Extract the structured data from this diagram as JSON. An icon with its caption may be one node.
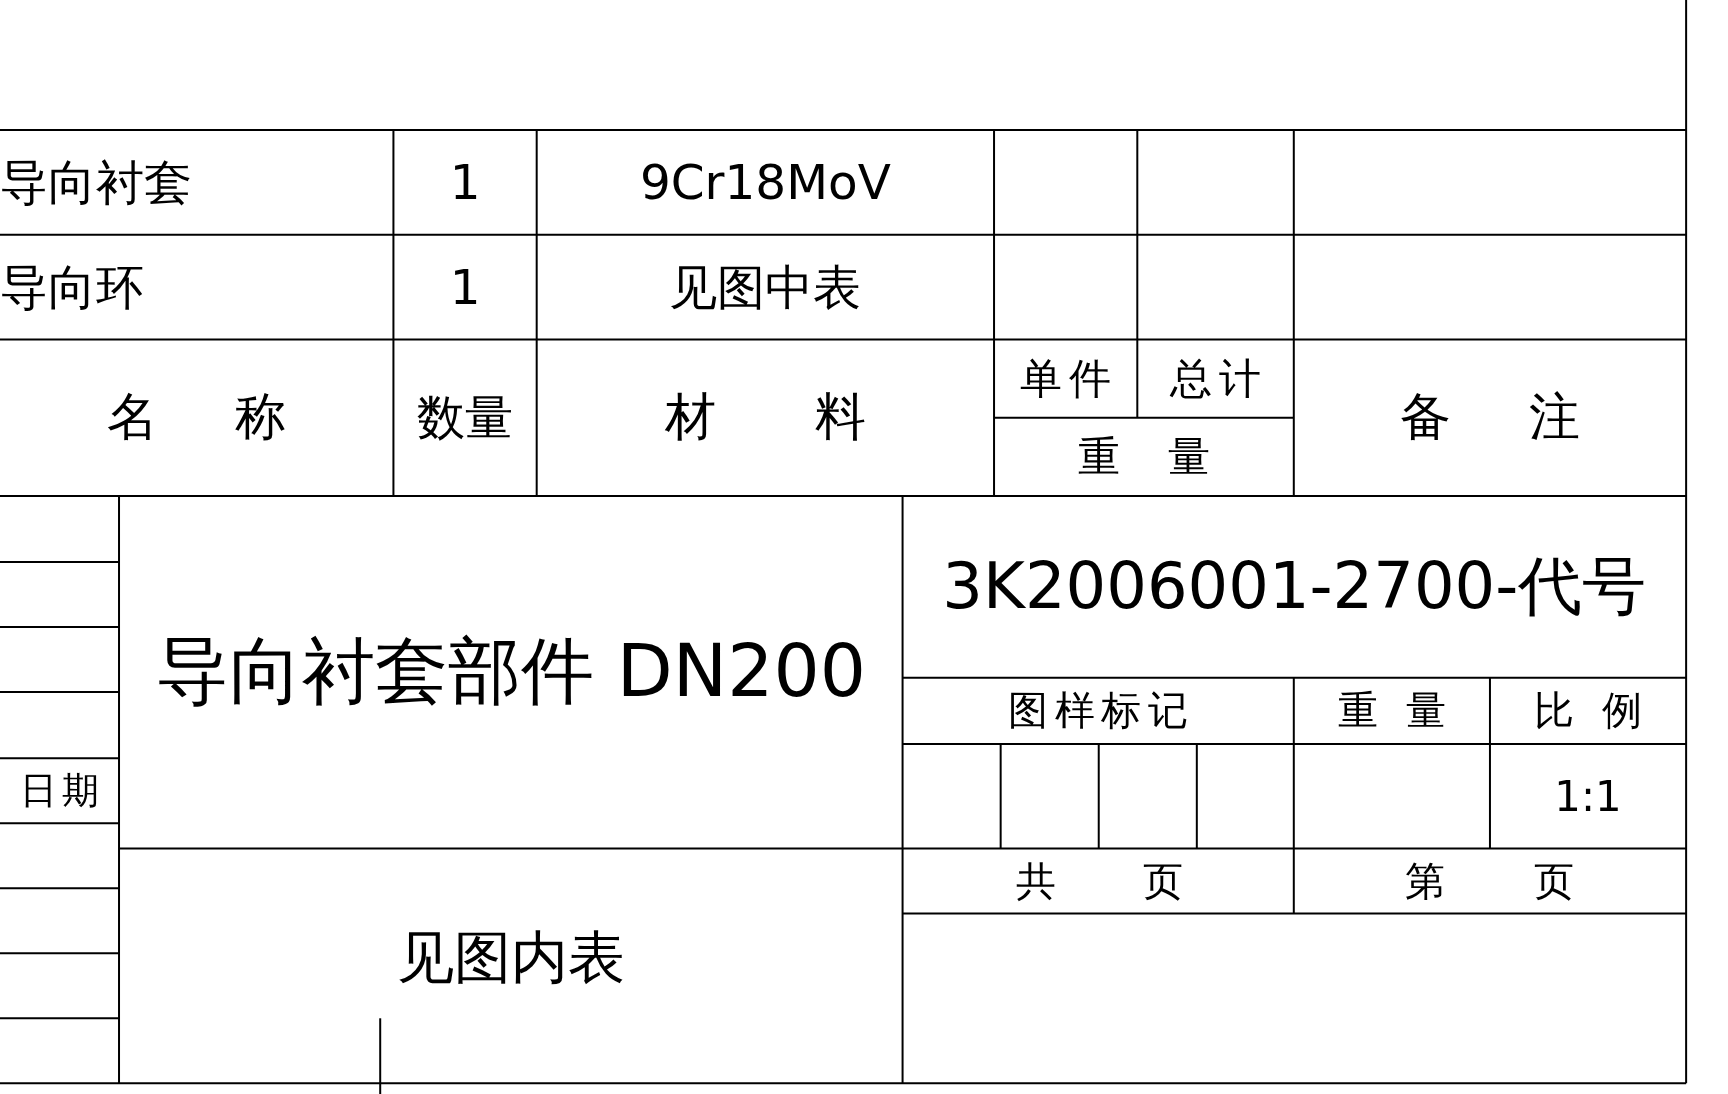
{
  "diagram": {
    "labels": [
      "导向衬套",
      "1",
      "9Cr18MoV",
      "导向环",
      "1",
      "见图中表",
      "名称",
      "数量",
      "材料",
      "单件",
      "总计",
      "重量",
      "备注",
      "日期",
      "导向衬套部件 DN200",
      "3K2006001-2700-代号",
      "图样标记",
      "重量",
      "比例",
      "1:1",
      "见图内表",
      "共",
      "页",
      "第",
      "页"
    ]
  }
}
